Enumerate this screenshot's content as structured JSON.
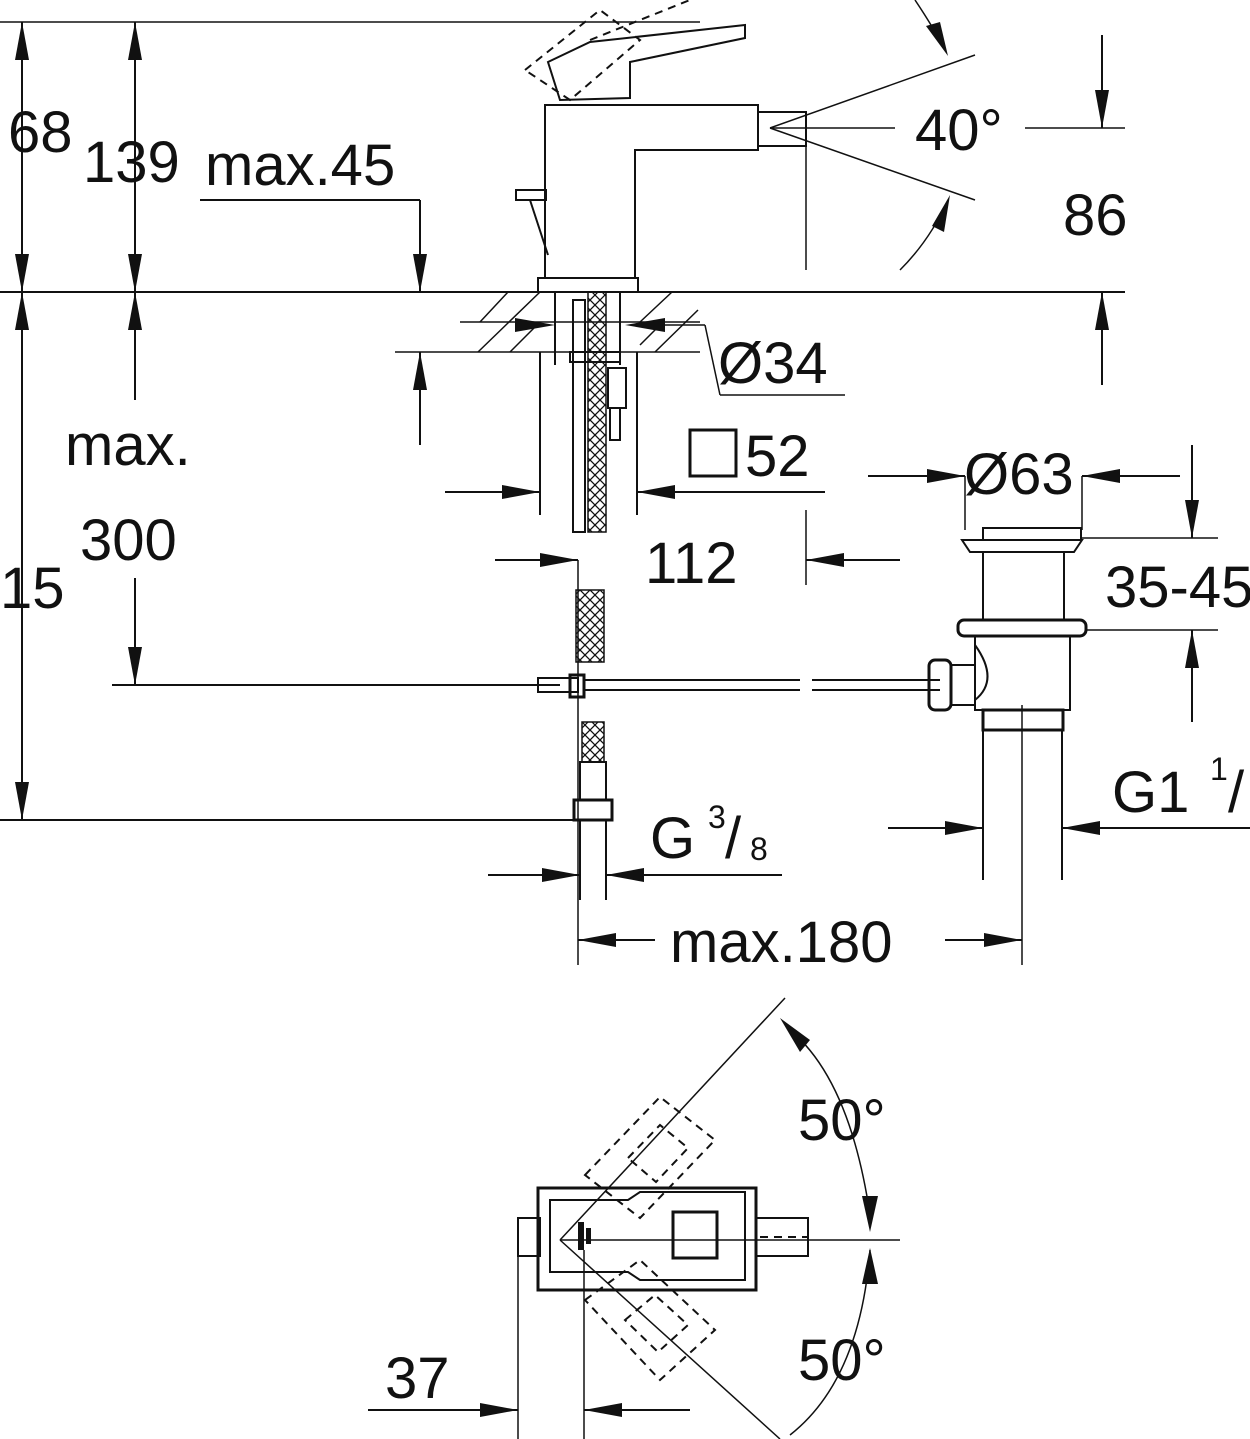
{
  "colors": {
    "line": "#111111",
    "background": "#ffffff"
  },
  "side_view": {
    "height_168": "68",
    "height_139": "139",
    "lever_max": "max.45",
    "spout_angle": "40°",
    "spout_height": "86",
    "hole_diameter": "Ø34",
    "max_label": "max.",
    "tail_300": "300",
    "height_415": "15",
    "square_section": "52",
    "projection_112": "112",
    "waste_diameter": "Ø63",
    "waste_range": "35-45",
    "waste_thread": "G1",
    "waste_thread_fraction_num": "1",
    "waste_thread_fraction_sep": "/",
    "supply_thread": "G",
    "supply_fraction_num": "3",
    "supply_fraction_den": "8",
    "supply_fraction_sep": "/",
    "max_180": "max.180"
  },
  "top_view": {
    "angle_upper": "50°",
    "angle_lower": "50°",
    "width_37": "37"
  }
}
